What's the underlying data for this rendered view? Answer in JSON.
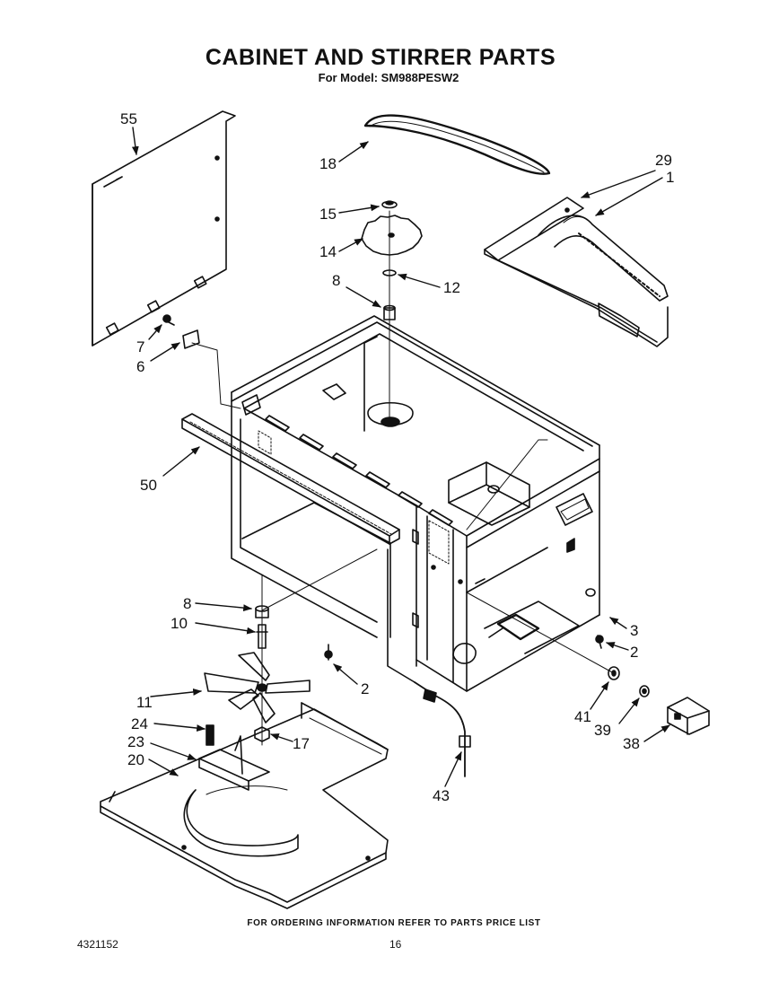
{
  "header": {
    "title": "CABINET AND STIRRER PARTS",
    "subtitle": "For Model: SM988PESW2"
  },
  "callouts": {
    "c55": "55",
    "c18": "18",
    "c29": "29",
    "c1": "1",
    "c15": "15",
    "c14": "14",
    "c12": "12",
    "c8a": "8",
    "c7": "7",
    "c6": "6",
    "c50": "50",
    "c8b": "8",
    "c10": "10",
    "c3": "3",
    "c2a": "2",
    "c2b": "2",
    "c11": "11",
    "c24": "24",
    "c23": "23",
    "c17": "17",
    "c20": "20",
    "c41": "41",
    "c39": "39",
    "c38": "38",
    "c43": "43"
  },
  "footer": {
    "note": "FOR ORDERING INFORMATION REFER TO PARTS PRICE LIST",
    "doc_number": "4321152",
    "page_number": "16"
  }
}
